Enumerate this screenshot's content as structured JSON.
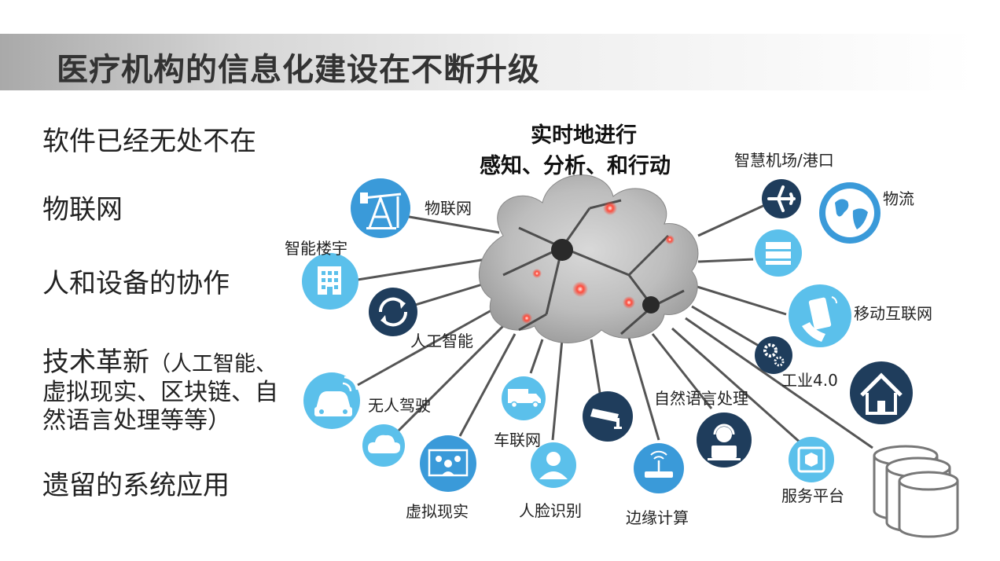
{
  "slide": {
    "title": "医疗机构的信息化建设在不断升级",
    "bullets": [
      "软件已经无处不在",
      "物联网",
      "人和设备的协作",
      "技术革新",
      "（人工智能、",
      "虚拟现实、区块链、自",
      "然语言处理等等）",
      "遗留的系统应用"
    ]
  },
  "diagram": {
    "heading_line1": "实时地进行",
    "heading_line2": "感知、分析、和行动",
    "labels": {
      "iot": "物联网",
      "smart_building": "智能楼宇",
      "ai": "人工智能",
      "autonomous": "无人驾驶",
      "vehicle_network": "车联网",
      "vr": "虚拟现实",
      "face_recognition": "人脸识别",
      "edge_computing": "边缘计算",
      "nlp": "自然语言处理",
      "service_platform": "服务平台",
      "industry": "工业4.0",
      "mobile_internet": "移动互联网",
      "logistics": "物流",
      "smart_airport": "智慧机场/港口"
    },
    "colors": {
      "light_blue": "#5bc0eb",
      "mid_blue": "#3a9ad9",
      "dark_navy": "#1f3d5c",
      "line_gray": "#555555",
      "node_red": "#ff3b2f"
    }
  }
}
